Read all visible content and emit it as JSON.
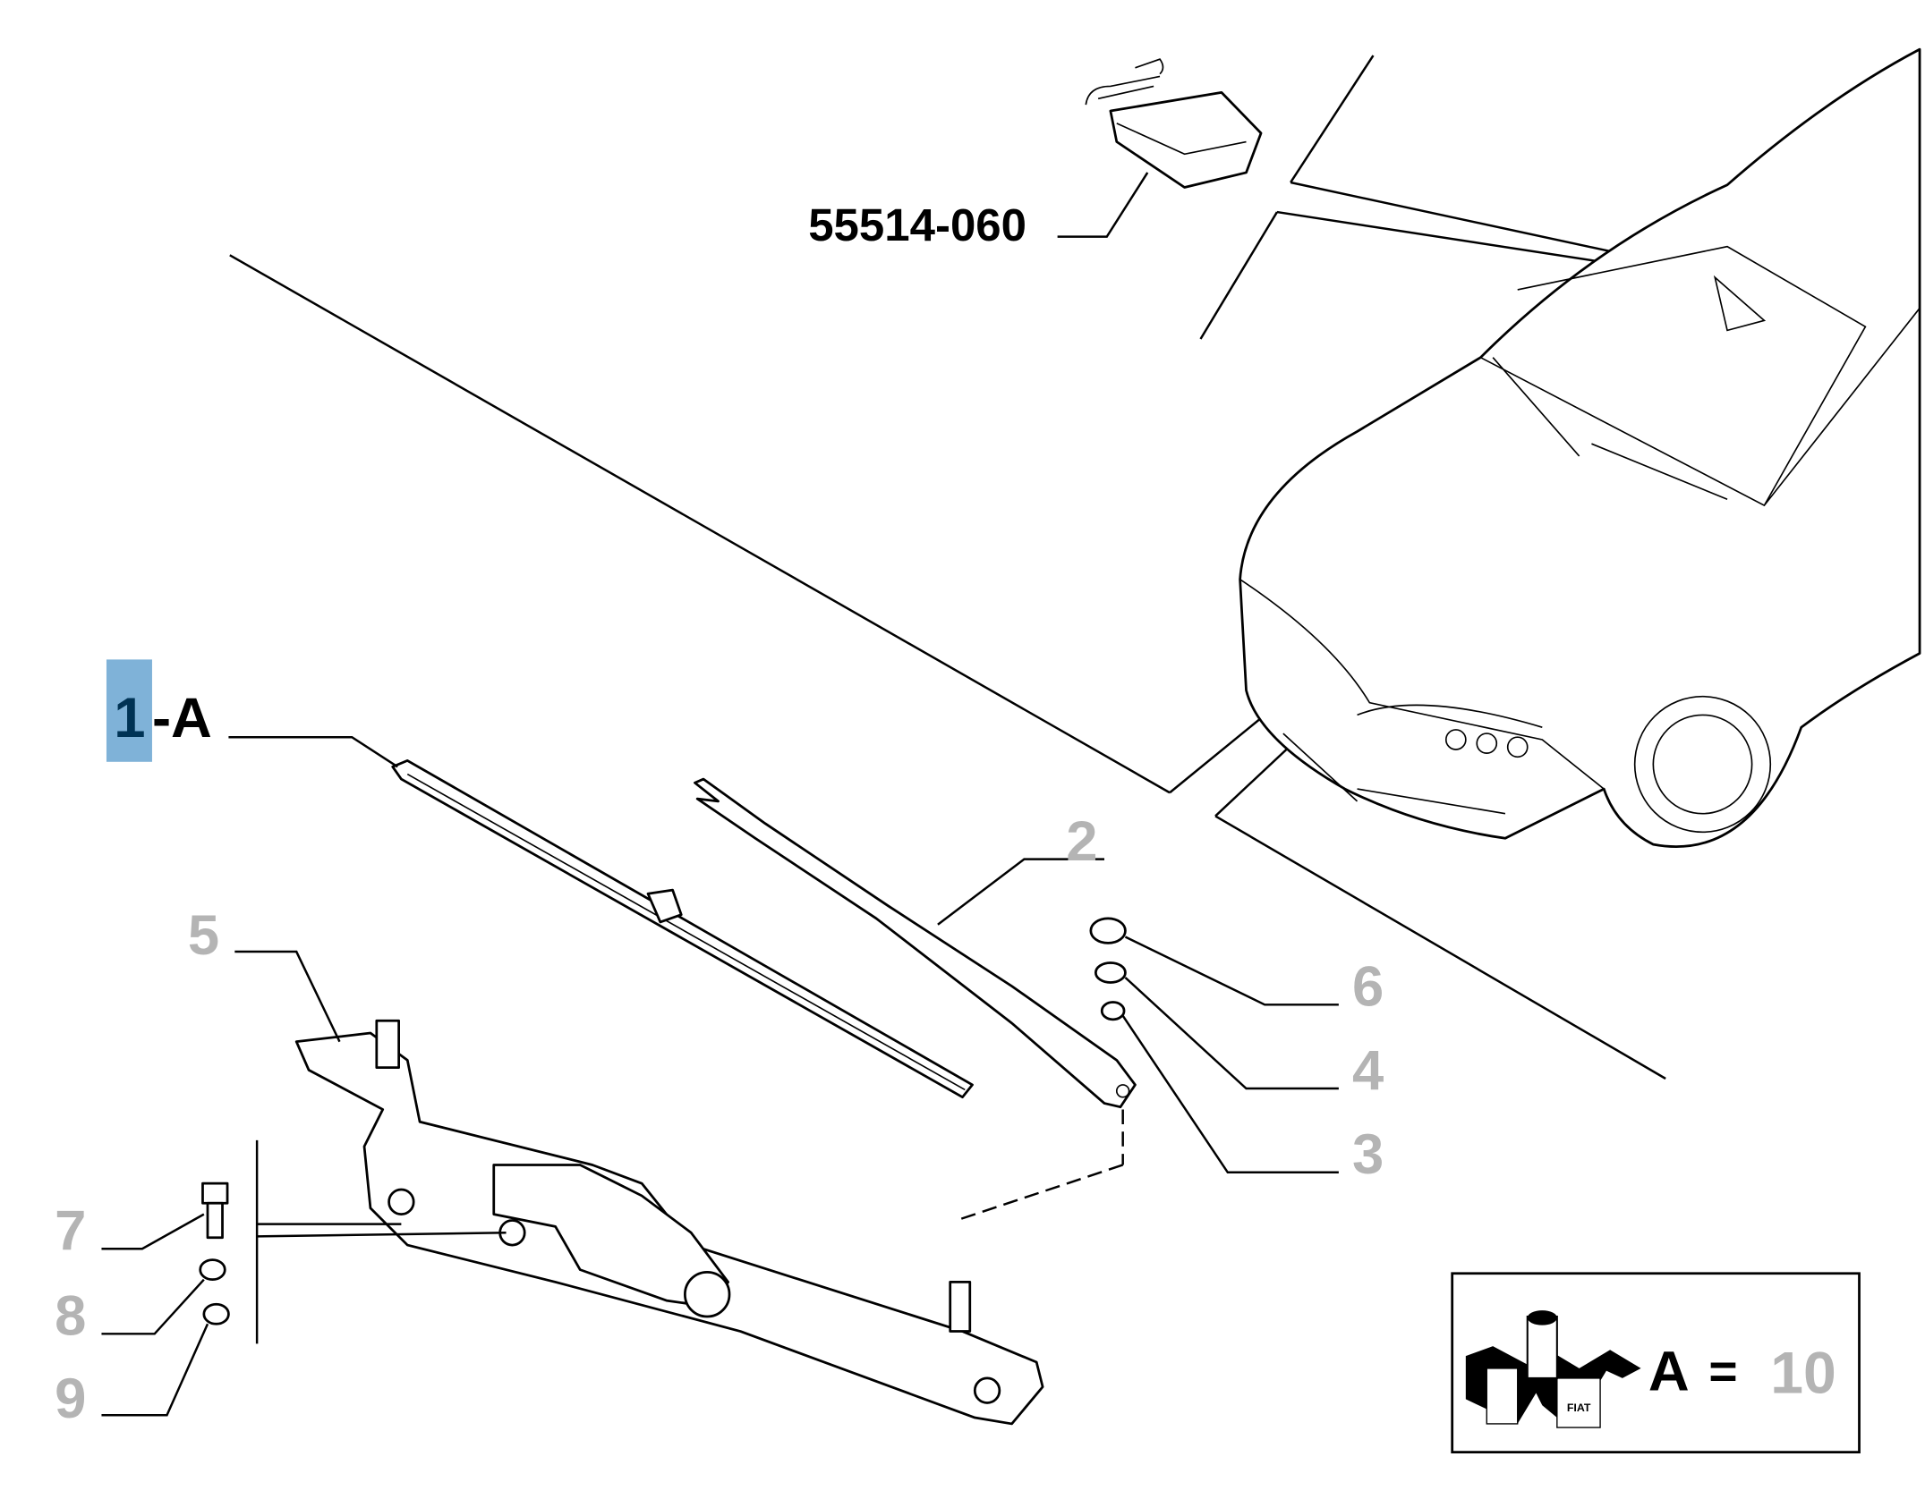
{
  "diagram": {
    "part_number": "55514-060",
    "callouts": {
      "c1_num": "1",
      "c1_suffix": "-A",
      "c2": "2",
      "c3": "3",
      "c4": "4",
      "c5": "5",
      "c6": "6",
      "c7": "7",
      "c8": "8",
      "c9": "9"
    },
    "legend": {
      "letter": "A",
      "equals": "=",
      "value": "10",
      "logo_text": "FIAT"
    },
    "colors": {
      "highlight": "#7fb2d8",
      "highlight_text": "#003355",
      "callout_grey": "#b4b4b4"
    }
  }
}
